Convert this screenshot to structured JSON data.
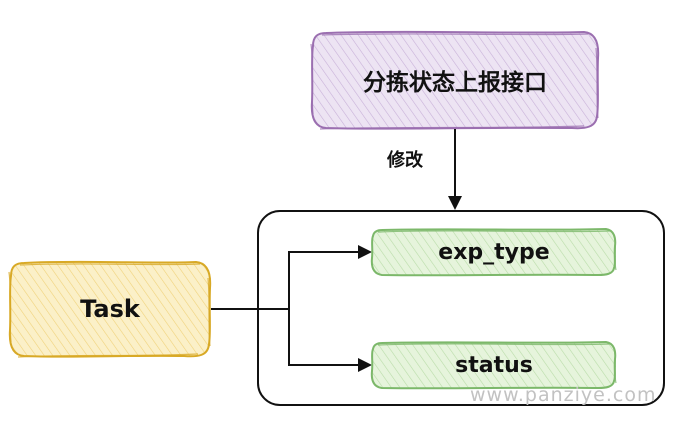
{
  "nodes": {
    "report_api": "分拣状态上报接口",
    "task": "Task",
    "exp_type": "exp_type",
    "status": "status"
  },
  "edges": {
    "modify_label": "修改"
  },
  "watermark": "www.panziye.com",
  "colors": {
    "purple_stroke": "#9b6fb0",
    "purple_fill": "#e8def0",
    "yellow_stroke": "#d8a926",
    "yellow_fill": "#fbeec0",
    "green_stroke": "#7cb86a",
    "green_fill": "#e3f3d8",
    "ink": "#111111"
  }
}
